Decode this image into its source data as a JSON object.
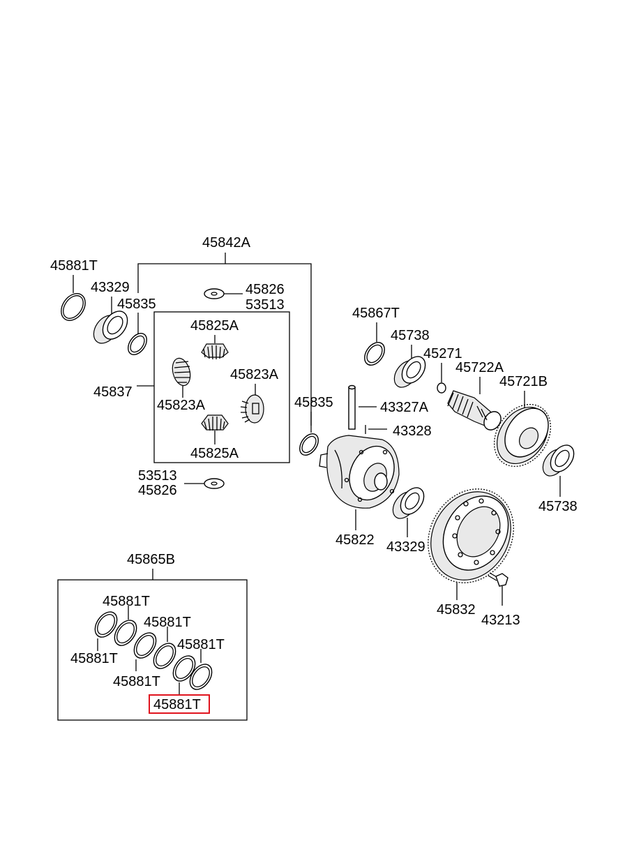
{
  "diagram": {
    "labels": {
      "p45842A": "45842A",
      "p45881T_top": "45881T",
      "p43329_top": "43329",
      "p45835_top": "45835",
      "p45826_top": "45826",
      "p53513_top": "53513",
      "p45825A_top": "45825A",
      "p45823A_right": "45823A",
      "p45837": "45837",
      "p45823A_left": "45823A",
      "p45825A_bottom": "45825A",
      "p53513_bottom": "53513",
      "p45826_bottom": "45826",
      "p45867T": "45867T",
      "p45738_top": "45738",
      "p45271": "45271",
      "p45722A": "45722A",
      "p45721B": "45721B",
      "p43327A": "43327A",
      "p43328": "43328",
      "p45835_right": "45835",
      "p45738_right": "45738",
      "p45822": "45822",
      "p43329_bottom": "43329",
      "p45832": "45832",
      "p43213": "43213",
      "p45865B": "45865B",
      "kit_a": "45881T",
      "kit_b": "45881T",
      "kit_c": "45881T",
      "kit_d": "45881T",
      "kit_e": "45881T",
      "kit_highlighted": "45881T"
    },
    "highlight_color": "#e0141e"
  }
}
